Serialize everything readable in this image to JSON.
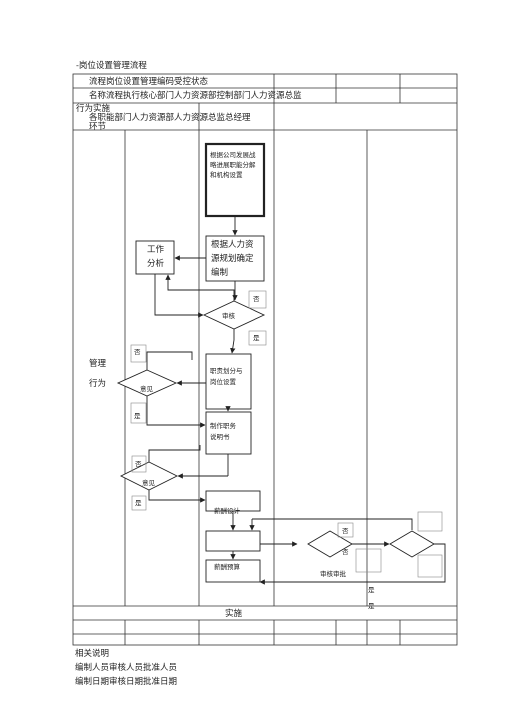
{
  "doc": {
    "title": "-岗位设置管理流程",
    "header_row1": "流程岗位设置管理编码受控状态",
    "header_row2": "名称流程执行核心部门人力资源部控制部门人力资源总监",
    "header_row3_a": "行为实施",
    "header_row3_b": "各职能部门人力资源部人力资源总监总经理",
    "header_row3_c": "环节",
    "phase_label_1": "管理",
    "phase_label_2": "行为",
    "bottom_row_label": "实施",
    "notes_title": "相关说明",
    "notes_line1": "编制人员审核人员批准人员",
    "notes_line2": "编制日期审核日期批准日期"
  },
  "flow": {
    "box_strategy": "根据公司发展战略进展职能分解和机构设置",
    "box_hr_plan": "根据人力资源规划确定编制",
    "box_work_analysis": "工作分析",
    "box_duty_division": "职责划分与岗位设置",
    "box_job_desc": "制作职务说明书",
    "diamond_review": "审核",
    "diamond_dept1": "意见",
    "diamond_dept2": "意见",
    "label_no_1": "否",
    "label_yes_1": "是",
    "label_no_2": "否",
    "label_yes_2": "是",
    "label_no_3": "否",
    "label_yes_3": "是",
    "box_salary_design": "薪酬设计",
    "box_salary_budget": "薪酬预算",
    "label_no_4": "否",
    "label_no_5": "否",
    "label_review_approve": "审核审批",
    "label_yes_4": "是",
    "label_yes_5": "是"
  }
}
